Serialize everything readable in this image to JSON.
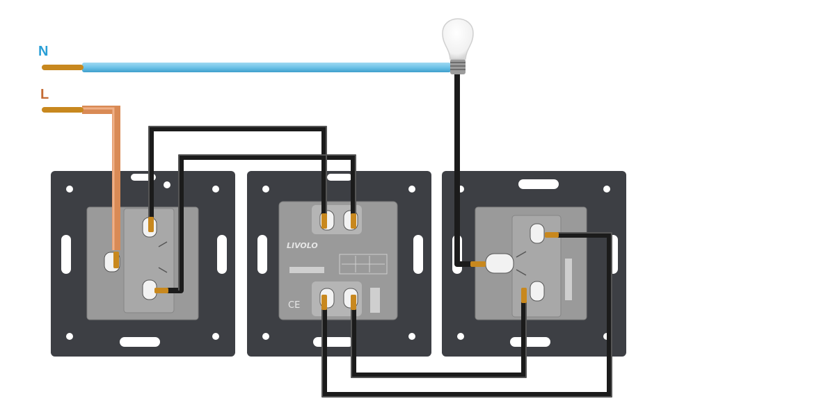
{
  "labels": {
    "neutral": "N",
    "live": "L"
  },
  "module": {
    "brand": "LIVOLO",
    "ce_mark": "CE"
  },
  "colors": {
    "neutral_wire": "#6ec3e8",
    "live_wire": "#d98a55",
    "neutral_label": "#2a9fd6",
    "live_label": "#c46b34",
    "switch_wire": "#1b1b1b",
    "copper_tip": "#c8881e",
    "frame": "#3d3f44",
    "switch_body": "#9a9a9a",
    "bulb": "#ffffff"
  },
  "icons": {
    "bulb": "light-bulb-icon"
  }
}
